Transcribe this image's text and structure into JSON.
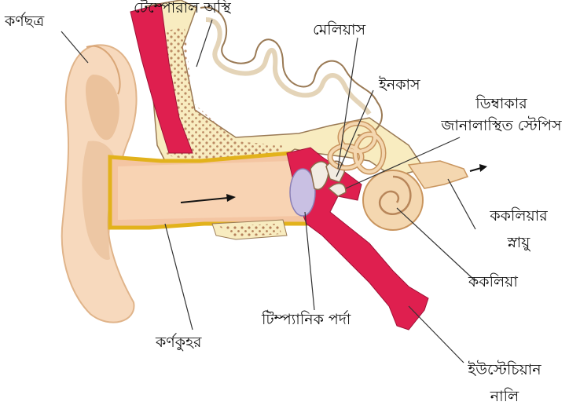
{
  "labels": {
    "pinna": "কর্ণছত্র",
    "temporal_bone": "টেম্পোরাল অস্থি",
    "malleus": "মেলিয়াস",
    "incus": "ইনকাস",
    "stapes_line1": "ডিম্বাকার",
    "stapes_line2": "জানালাস্থিত স্টেপিস",
    "cochlear_nerve_line1": "ককলিয়ার",
    "cochlear_nerve_line2": "স্নায়ু",
    "cochlea": "ককলিয়া",
    "tympanic_membrane": "টিম্প্যানিক পর্দা",
    "ear_canal": "কর্ণকুহর",
    "eustachian_line1": "ইউস্টেচিয়ান",
    "eustachian_line2": "নালি"
  },
  "colors": {
    "skin": "#f7d9bd",
    "skin_shade": "#e6b88f",
    "bone": "#f8ecc0",
    "bone_dots": "#b5805a",
    "canal_border": "#e2b21c",
    "red_tissue": "#df1f4f",
    "membrane": "#c9c0e3",
    "ossicle": "#f2ece2"
  }
}
